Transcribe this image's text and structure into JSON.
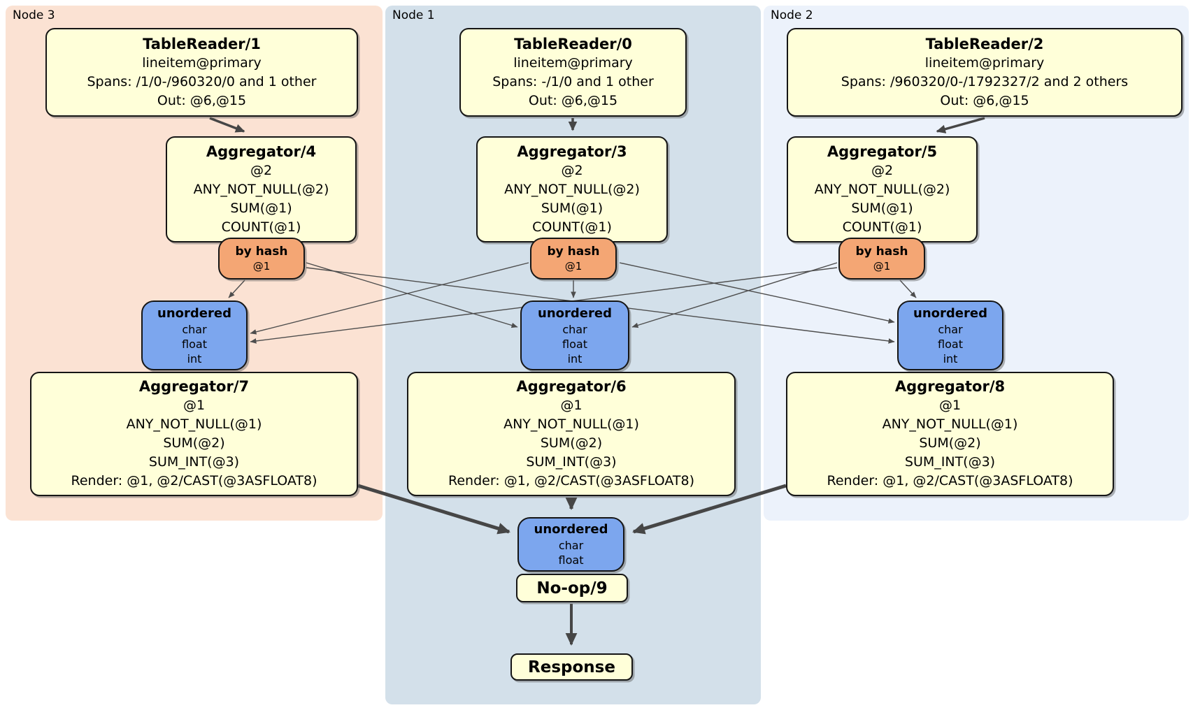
{
  "diagram": {
    "type": "distributed-sql-plan",
    "colors": {
      "node3_region": "#FBE2D3",
      "node1_region": "#D3E0EA",
      "node2_region": "#ECF2FB",
      "processor_fill": "#FFFFD9",
      "router_fill": "#F4A674",
      "sync_fill": "#7CA6EE",
      "edge": "#4d4d4d"
    }
  },
  "regions": [
    {
      "label": "Node 3"
    },
    {
      "label": "Node 1"
    },
    {
      "label": "Node 2"
    }
  ],
  "processors": {
    "tablereader1": {
      "title": "TableReader/1",
      "lines": [
        "lineitem@primary",
        "Spans: /1/0-/960320/0 and 1 other",
        "Out: @6,@15"
      ]
    },
    "tablereader0": {
      "title": "TableReader/0",
      "lines": [
        "lineitem@primary",
        "Spans: -/1/0 and 1 other",
        "Out: @6,@15"
      ]
    },
    "tablereader2": {
      "title": "TableReader/2",
      "lines": [
        "lineitem@primary",
        "Spans: /960320/0-/1792327/2 and 2 others",
        "Out: @6,@15"
      ]
    },
    "aggregator4": {
      "title": "Aggregator/4",
      "lines": [
        "@2",
        "ANY_NOT_NULL(@2)",
        "SUM(@1)",
        "COUNT(@1)"
      ]
    },
    "aggregator3": {
      "title": "Aggregator/3",
      "lines": [
        "@2",
        "ANY_NOT_NULL(@2)",
        "SUM(@1)",
        "COUNT(@1)"
      ]
    },
    "aggregator5": {
      "title": "Aggregator/5",
      "lines": [
        "@2",
        "ANY_NOT_NULL(@2)",
        "SUM(@1)",
        "COUNT(@1)"
      ]
    },
    "byhash3": {
      "title": "by hash",
      "lines": [
        "@1"
      ]
    },
    "byhash1": {
      "title": "by hash",
      "lines": [
        "@1"
      ]
    },
    "byhash2": {
      "title": "by hash",
      "lines": [
        "@1"
      ]
    },
    "unordered3": {
      "title": "unordered",
      "lines": [
        "char",
        "float",
        "int"
      ]
    },
    "unordered1": {
      "title": "unordered",
      "lines": [
        "char",
        "float",
        "int"
      ]
    },
    "unordered2": {
      "title": "unordered",
      "lines": [
        "char",
        "float",
        "int"
      ]
    },
    "aggregator7": {
      "title": "Aggregator/7",
      "lines": [
        "@1",
        "ANY_NOT_NULL(@1)",
        "SUM(@2)",
        "SUM_INT(@3)",
        "Render: @1, @2/CAST(@3ASFLOAT8)"
      ]
    },
    "aggregator6": {
      "title": "Aggregator/6",
      "lines": [
        "@1",
        "ANY_NOT_NULL(@1)",
        "SUM(@2)",
        "SUM_INT(@3)",
        "Render: @1, @2/CAST(@3ASFLOAT8)"
      ]
    },
    "aggregator8": {
      "title": "Aggregator/8",
      "lines": [
        "@1",
        "ANY_NOT_NULL(@1)",
        "SUM(@2)",
        "SUM_INT(@3)",
        "Render: @1, @2/CAST(@3ASFLOAT8)"
      ]
    },
    "unordered_final": {
      "title": "unordered",
      "lines": [
        "char",
        "float"
      ]
    },
    "noop": {
      "title": "No-op/9"
    },
    "response": {
      "title": "Response"
    }
  }
}
